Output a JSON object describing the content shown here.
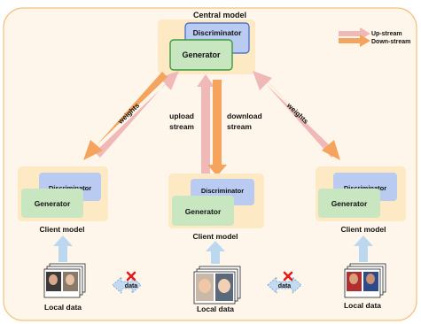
{
  "central": {
    "title": "Central model",
    "discriminator": "Discriminator",
    "generator": "Generator"
  },
  "legend": {
    "upstream": "Up-stream",
    "downstream": "Down-stream"
  },
  "edges": {
    "left_weights": "weights",
    "right_weights": "weights",
    "upload": [
      "upload",
      "stream"
    ],
    "download": [
      "download",
      "stream"
    ]
  },
  "clients": [
    {
      "discriminator": "Discriminator",
      "generator": "Generator",
      "label": "Client model",
      "data_label": "Local data"
    },
    {
      "discriminator": "Discriminator",
      "generator": "Generator",
      "label": "Client model",
      "data_label": "Local data"
    },
    {
      "discriminator": "Discriminator",
      "generator": "Generator",
      "label": "Client model",
      "data_label": "Local data"
    }
  ],
  "data_links": [
    "data",
    "data"
  ],
  "colors": {
    "frame_bg": "#fef6ea",
    "frame_border": "#f3c27a",
    "model_bg": "#fde9c4",
    "discriminator": "#b9cbf1",
    "generator": "#c8e6c0",
    "upstream": "#f1b8b8",
    "downstream": "#f4a45c",
    "client_up": "#bcd8ef",
    "data_arrow": "#c4daf0",
    "blocked": "#e41c1c"
  }
}
